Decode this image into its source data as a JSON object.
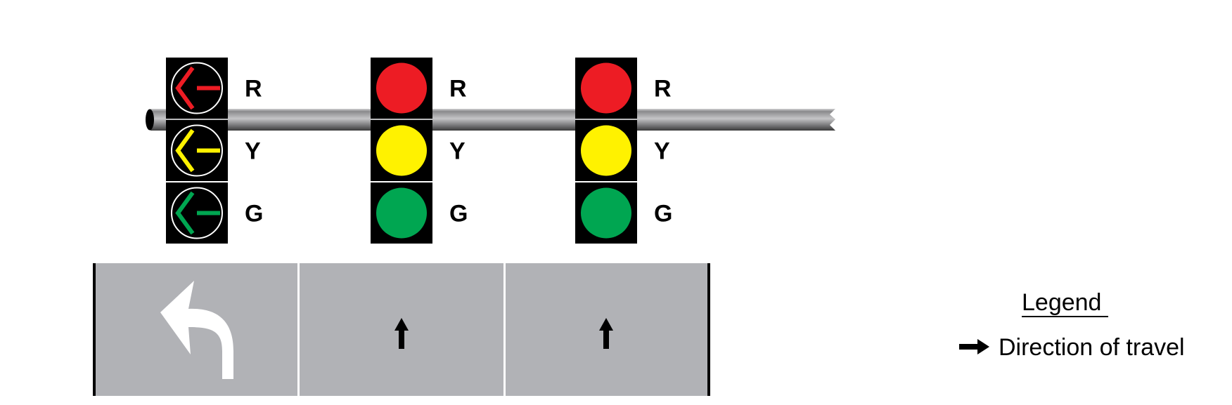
{
  "diagram": {
    "description": "Signal heads over lanes: protected left-turn arrow signal above left-turn lane, two circular signals above through lanes",
    "signal_heads": [
      {
        "id": "left-turn",
        "type": "arrow",
        "arrow_direction": "left",
        "sections": [
          {
            "label": "R",
            "color": "#ed1c24"
          },
          {
            "label": "Y",
            "color": "#fff200"
          },
          {
            "label": "G",
            "color": "#00a651"
          }
        ]
      },
      {
        "id": "through-1",
        "type": "circular",
        "sections": [
          {
            "label": "R",
            "color": "#ed1c24"
          },
          {
            "label": "Y",
            "color": "#fff200"
          },
          {
            "label": "G",
            "color": "#00a651"
          }
        ]
      },
      {
        "id": "through-2",
        "type": "circular",
        "sections": [
          {
            "label": "R",
            "color": "#ed1c24"
          },
          {
            "label": "Y",
            "color": "#fff200"
          },
          {
            "label": "G",
            "color": "#00a651"
          }
        ]
      }
    ],
    "lanes": [
      {
        "id": "left-turn-lane",
        "marking": "left-turn-arrow"
      },
      {
        "id": "through-lane-1",
        "marking": "direction-of-travel-arrow"
      },
      {
        "id": "through-lane-2",
        "marking": "direction-of-travel-arrow"
      }
    ],
    "colors": {
      "road": "#b1b2b6",
      "signal_housing": "#000000",
      "lane_line": "#ffffff",
      "road_edge": "#000000"
    }
  },
  "legend": {
    "title": "Legend",
    "items": [
      {
        "icon": "arrow-right-icon",
        "label": "Direction of travel"
      }
    ]
  }
}
